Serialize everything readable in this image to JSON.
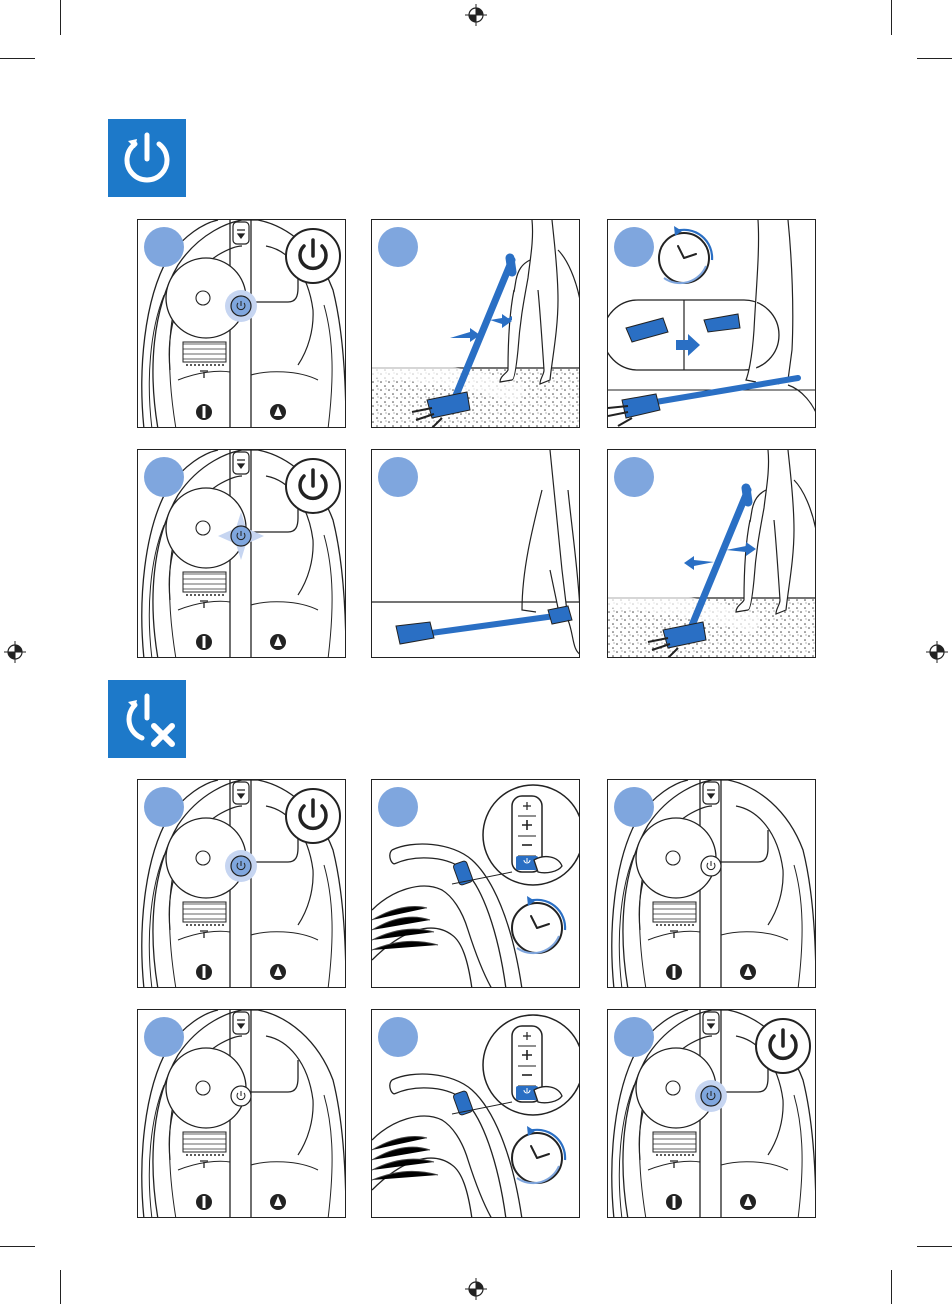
{
  "colors": {
    "section_blue": "#1d79c9",
    "step_circle": "#7fa6de",
    "accent_blue": "#2a6fc4",
    "line": "#222222"
  },
  "sections": [
    {
      "icon": "auto-power-on-icon",
      "panels": [
        {
          "row": 1,
          "col": 1,
          "illustration": "vacuum-body-power-glow"
        },
        {
          "row": 1,
          "col": 2,
          "illustration": "person-vacuuming-carpet"
        },
        {
          "row": 1,
          "col": 3,
          "illustration": "timer-nozzle-switch"
        },
        {
          "row": 2,
          "col": 1,
          "illustration": "vacuum-body-power-blink"
        },
        {
          "row": 2,
          "col": 2,
          "illustration": "vacuum-on-floor"
        },
        {
          "row": 2,
          "col": 3,
          "illustration": "person-vacuuming-carpet"
        }
      ]
    },
    {
      "icon": "auto-power-off-icon",
      "panels": [
        {
          "row": 1,
          "col": 1,
          "illustration": "vacuum-body-power-glow"
        },
        {
          "row": 1,
          "col": 2,
          "illustration": "handle-power-button-timer"
        },
        {
          "row": 1,
          "col": 3,
          "illustration": "vacuum-body-power-off"
        },
        {
          "row": 2,
          "col": 1,
          "illustration": "vacuum-body-power-off"
        },
        {
          "row": 2,
          "col": 2,
          "illustration": "handle-power-button-timer"
        },
        {
          "row": 2,
          "col": 3,
          "illustration": "vacuum-body-power-on"
        }
      ]
    }
  ]
}
